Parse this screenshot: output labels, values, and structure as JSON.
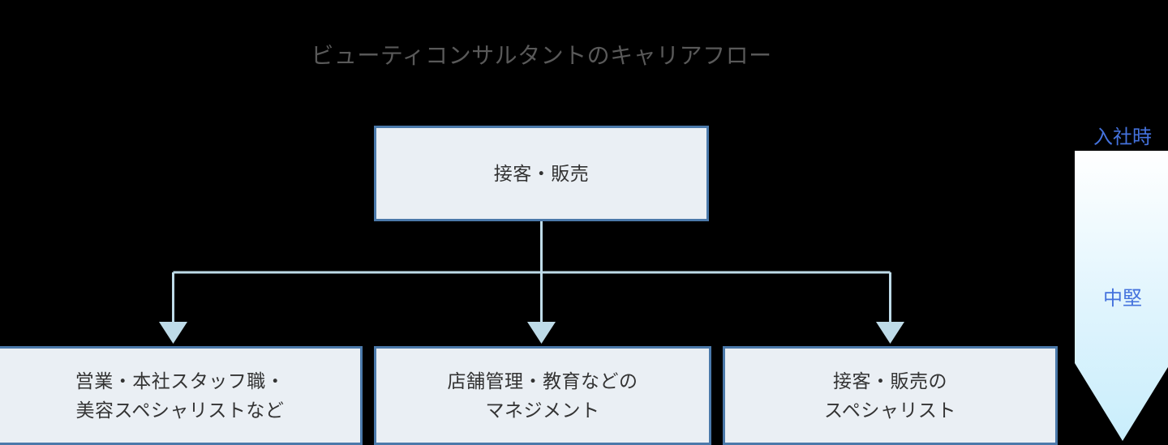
{
  "title": "ビューティコンサルタントのキャリアフロー",
  "theme": {
    "background": "#000000",
    "title_color": "#595959",
    "node_fill": "#eaeff4",
    "node_border": "#4b79aa",
    "node_text": "#333333",
    "connector_color": "#bedbe8",
    "timeline_text": "#4472dd",
    "timeline_gradient_start": "#ffffff",
    "timeline_gradient_end": "#c9eefc"
  },
  "nodes": {
    "top": {
      "label": "接客・販売"
    },
    "branch1": {
      "line1": "営業・本社スタッフ職・",
      "line2": "美容スペシャリストなど"
    },
    "branch2": {
      "line1": "店舗管理・教育などの",
      "line2": "マネジメント"
    },
    "branch3": {
      "line1": "接客・販売の",
      "line2": "スペシャリスト"
    }
  },
  "timeline": {
    "top_label": "入社時",
    "mid_label": "中堅"
  }
}
